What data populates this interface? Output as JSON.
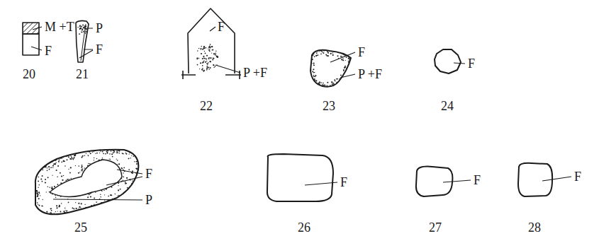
{
  "diagram": {
    "labels": [
      "M +T",
      "F",
      "20",
      "P",
      "F",
      "21",
      "F",
      "P +F",
      "22",
      "F",
      "P +F",
      "23",
      "F",
      "24",
      "F",
      "P",
      "25",
      "F",
      "26",
      "F",
      "27",
      "F",
      "28"
    ]
  }
}
